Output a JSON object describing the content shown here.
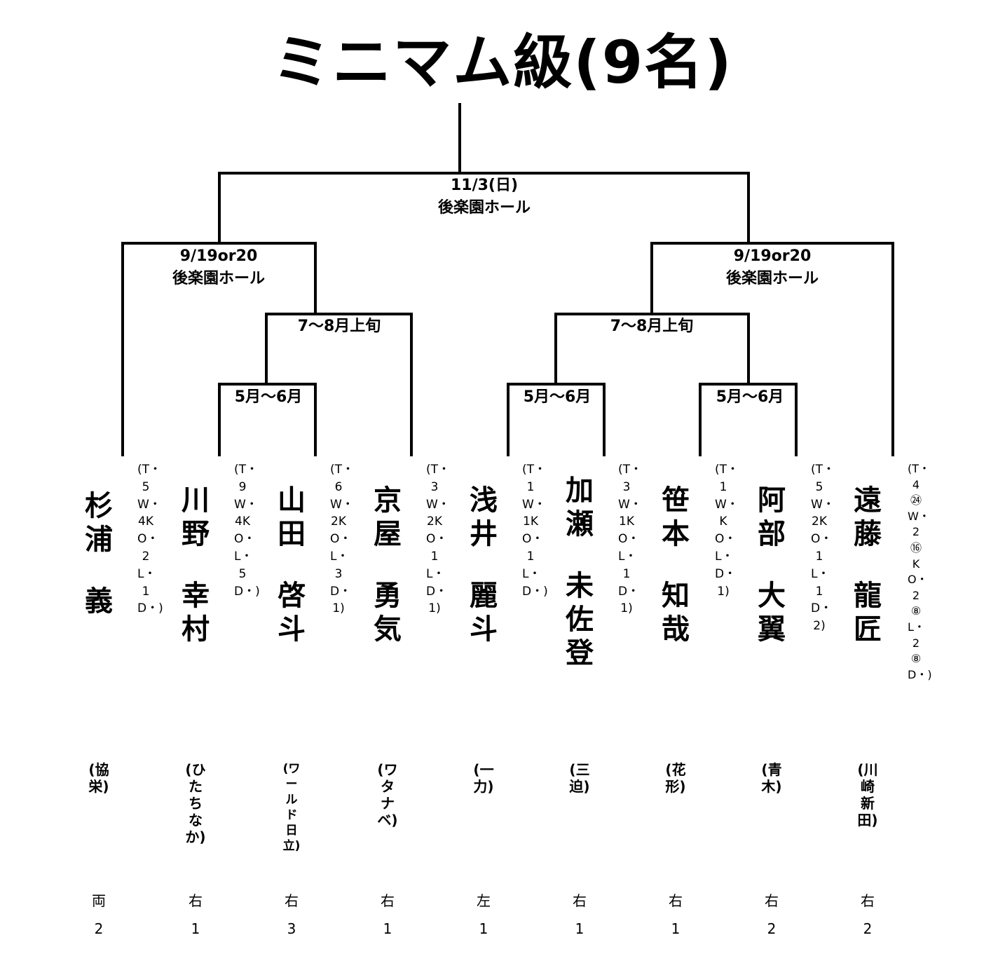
{
  "title": "ミニマム級(9名)",
  "rounds": {
    "final": {
      "date": "11/3(日)",
      "venue": "後楽園ホール"
    },
    "semi_left": {
      "date": "9/19or20",
      "venue": "後楽園ホール"
    },
    "semi_right": {
      "date": "9/19or20",
      "venue": "後楽園ホール"
    },
    "qf_left": {
      "date": "7〜8月上旬"
    },
    "qf_right": {
      "date": "7〜8月上旬"
    },
    "r1_a": {
      "date": "5月〜6月"
    },
    "r1_b": {
      "date": "5月〜6月"
    },
    "r1_c": {
      "date": "5月〜6月"
    }
  },
  "boxers": [
    {
      "surname": "杉浦",
      "given": "義",
      "gym": "(協栄)",
      "stance": "両",
      "num": "2"
    },
    {
      "surname": "川野",
      "given": "幸村",
      "gym": "(ひたちなか)",
      "stance": "右",
      "num": "1"
    },
    {
      "surname": "山田",
      "given": "啓斗",
      "gym": "(ワールド日立)",
      "stance": "右",
      "num": "3"
    },
    {
      "surname": "京屋",
      "given": "勇気",
      "gym": "(ワタナベ)",
      "stance": "右",
      "num": "1"
    },
    {
      "surname": "浅井",
      "given": "麗斗",
      "gym": "(一力)",
      "stance": "左",
      "num": "1"
    },
    {
      "surname": "加瀬",
      "given": "未佐登",
      "gym": "(三迫)",
      "stance": "右",
      "num": "1"
    },
    {
      "surname": "笹本",
      "given": "知哉",
      "gym": "(花形)",
      "stance": "右",
      "num": "1"
    },
    {
      "surname": "阿部",
      "given": "大翼",
      "gym": "(青木)",
      "stance": "右",
      "num": "2"
    },
    {
      "surname": "遠藤",
      "given": "龍匠",
      "gym": "(川崎新田)",
      "stance": "右",
      "num": "2"
    }
  ],
  "records": [
    "(T・5W・4KO・2L・1D・)",
    "(T・9W・4KO・L・5D・)",
    "(T・6W・2KO・L・3D・1)",
    "(T・3W・2KO・1L・D・1)",
    "(T・1W・1KO・1L・D・)",
    "(T・3W・1KO・L・1D・1)",
    "(T・1W・KO・L・D・1)",
    "(T・5W・2KO・1L・1D・2)",
    "(T・4㉔W・2⑯KO・2⑧L・2⑧D・)"
  ]
}
